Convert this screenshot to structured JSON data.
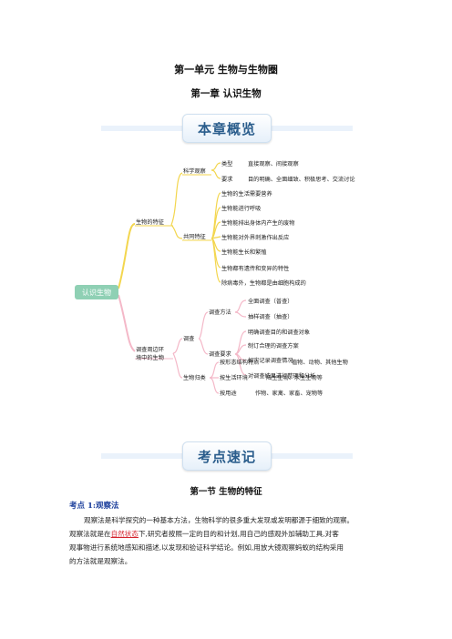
{
  "header": {
    "unit_title": "第一单元    生物与生物圈",
    "chapter_title": "第一章  认识生物"
  },
  "overview_banner": "本章概览",
  "mindmap": {
    "root": "认识生物",
    "branches": [
      {
        "label": "生物的特征",
        "children": [
          {
            "label": "科学观察",
            "items": [
              {
                "key": "类型",
                "value": "直接观察、间接观察"
              },
              {
                "key": "要求",
                "value": "目的明确、全面细致、积极思考、交流讨论"
              }
            ]
          },
          {
            "label": "共同特征",
            "items": [
              "生物的生活需要营养",
              "生物能进行呼吸",
              "生物能排出身体内产生的废物",
              "生物能对外界刺激作出反应",
              "生物能生长和繁殖",
              "生物都有遗传和变异的特性",
              "除病毒外，生物都是由细胞构成的"
            ]
          }
        ]
      },
      {
        "label_line1": "调查周边环",
        "label_line2": "境中的生物",
        "children": [
          {
            "label": "调查",
            "groups": [
              {
                "label": "调查方法",
                "items": [
                  "全面调查（普查）",
                  "抽样调查（抽查）"
                ]
              },
              {
                "label": "调查要求",
                "items": [
                  "明确调查目的和调查对象",
                  "制订合理的调查方案",
                  "如实记录调查情况",
                  "对调查结果进行整理和分析"
                ]
              }
            ]
          },
          {
            "label": "生物归类",
            "items": [
              {
                "key": "按形态结构特点",
                "value": "植物、动物、其他生物"
              },
              {
                "key": "按生活环境",
                "value": "陆生生物、水生生物等"
              },
              {
                "key": "按用途",
                "value": "作物、家禽、家畜、宠物等"
              }
            ]
          }
        ]
      }
    ]
  },
  "review_banner": "考点速记",
  "section": {
    "title": "第一节  生物的特征",
    "point_title": "考点 1:观察法",
    "para1": "观察法是科学探究的一种基本方法，生物科学的很多重大发现或发明都源于细致的观察。",
    "para2_before": "观察法就是在",
    "para2_highlight": "自然状态",
    "para2_after": "下,研究者按照一定的目的和计划,用自己的感观外加辅助工具,对客",
    "para3": "观事物进行系统地感知和描述,以发现和验证科学结论。例如,用放大镜观察蚂蚁的结构采用",
    "para4": "的方法就是观察法。"
  },
  "colors": {
    "branch_yellow": "#f3d64e",
    "branch_pink": "#f4b8c8",
    "root_green": "#8fd0b4",
    "highlight_red": "#d4232c",
    "point_blue": "#1c3f9c",
    "banner_text": "#2a5d8c"
  }
}
